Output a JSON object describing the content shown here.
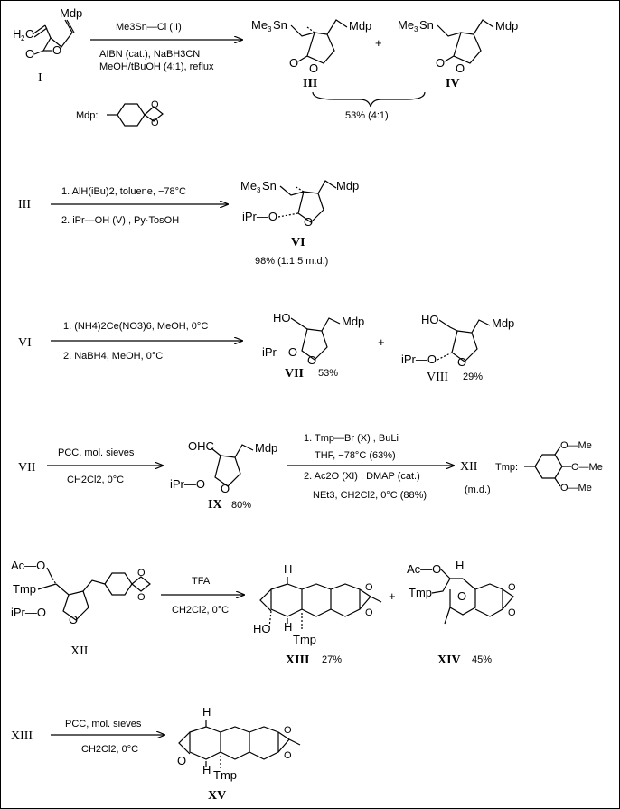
{
  "step1": {
    "cond_top": "Me3Sn—Cl  (II)",
    "cond_bottom_1": "AIBN (cat.), NaBH3CN",
    "cond_bottom_2": "MeOH/tBuOH (4:1), reflux",
    "start_label": "I",
    "prod_a_label": "III",
    "prod_b_label": "IV",
    "yield": "53% (4:1)",
    "mdp_def_label": "Mdp:"
  },
  "step2": {
    "start_label": "III",
    "cond_top": "1. AlH(iBu)2,   toluene, −78°C",
    "cond_bottom": "2.  iPr—OH  (V) , Py·TosOH",
    "prod_label": "VI",
    "yield": "98% (1:1.5 m.d.)"
  },
  "step3": {
    "start_label": "VI",
    "cond_top": "1. (NH4)2Ce(NO3)6,  MeOH,  0°C",
    "cond_bottom": "2. NaBH4,  MeOH,  0°C",
    "prod_a_label": "VII",
    "prod_a_yield": "53%",
    "prod_b_label": "VIII",
    "prod_b_yield": "29%"
  },
  "step4": {
    "start_label": "VII",
    "cond_top": "PCC, mol. sieves",
    "cond_bottom": "CH2Cl2,  0°C",
    "prod_label": "IX",
    "prod_yield": "80%",
    "cond2_top_1": "1. Tmp—Br  (X) ,  BuLi",
    "cond2_top_2": "THF,  −78°C  (63%)",
    "cond2_bottom_1": "2.  Ac2O   (XI) ,  DMAP (cat.)",
    "cond2_bottom_2": "NEt3,  CH2Cl2,  0°C  (88%)",
    "prod2_label": "XII",
    "prod2_note": "(m.d.)",
    "tmp_def_label": "Tmp:"
  },
  "step5": {
    "start_label": "XII",
    "cond_top": "TFA",
    "cond_bottom": "CH2Cl2,  0°C",
    "prod_a_label": "XIII",
    "prod_a_yield": "27%",
    "prod_b_label": "XIV",
    "prod_b_yield": "45%"
  },
  "step6": {
    "start_label": "XIII",
    "cond_top": "PCC, mol. sieves",
    "cond_bottom": "CH2Cl2,  0°C",
    "prod_label": "XV"
  }
}
